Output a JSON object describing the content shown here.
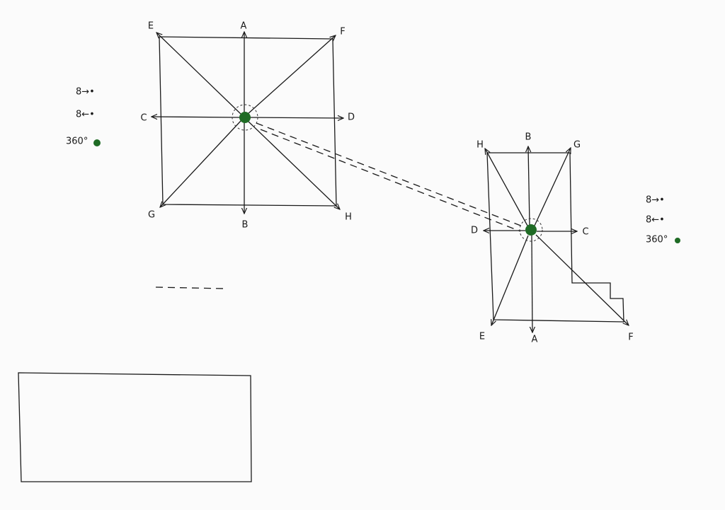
{
  "left_diagram": {
    "labels": {
      "A": "A",
      "B": "B",
      "C": "C",
      "D": "D",
      "E": "E",
      "F": "F",
      "G": "G",
      "H": "H"
    },
    "center_color": "#1f6b25"
  },
  "right_diagram": {
    "labels": {
      "A": "A",
      "B": "B",
      "C": "C",
      "D": "D",
      "E": "E",
      "F": "F",
      "G": "G",
      "H": "H"
    },
    "center_color": "#1f6b25"
  },
  "left_legend": {
    "row1": "8→•",
    "row2": "8←•",
    "row3": "360°"
  },
  "right_legend": {
    "row1": "8→•",
    "row2": "8←•",
    "row3": "360°"
  }
}
